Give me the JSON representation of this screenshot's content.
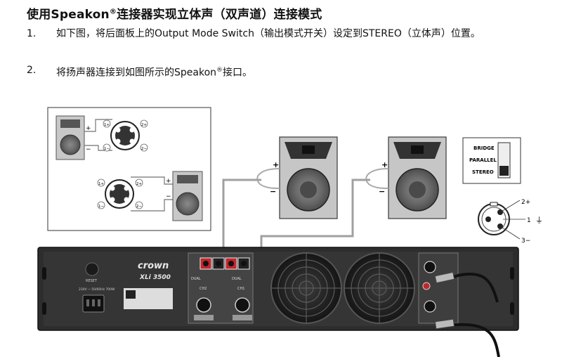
{
  "header": {
    "title_pre": "使用Speakon",
    "title_reg": "®",
    "title_post": "连接器实现立体声（双声道）连接模式"
  },
  "steps": [
    {
      "num": "1.",
      "text": "如下图，将后面板上的Output Mode Switch（输出模式开关）设定到STEREO（立体声）位置。"
    },
    {
      "num": "2.",
      "text_pre": "将扬声器连接到如图所示的Speakon",
      "reg": "®",
      "text_post": "接口。"
    }
  ],
  "diagram": {
    "inset": {
      "plus": "+",
      "minus": "−",
      "pins": [
        "1+",
        "1−",
        "2+",
        "2−"
      ]
    },
    "speaker_left": {
      "plus": "+",
      "minus": "−"
    },
    "speaker_right": {
      "plus": "+",
      "minus": "−"
    },
    "switch": {
      "opt1": "BRIDGE",
      "opt2": "PARALLEL",
      "opt3": "STEREO"
    },
    "xlr": {
      "pin2": "2+",
      "pin1": "1",
      "pin3": "3−"
    },
    "amp": {
      "brand": "crown",
      "model": "XLi 3500",
      "reset": "RESET",
      "power": "230V ~ 50/60Hz 700W",
      "ch2": "CH2",
      "ch1": "CH1",
      "dual": "DUAL"
    },
    "colors": {
      "amp_body": "#2b2b2b",
      "amp_panel": "#3a3a3a",
      "speaker": "#bdbdbd",
      "cable": "#9a9a9a"
    }
  }
}
